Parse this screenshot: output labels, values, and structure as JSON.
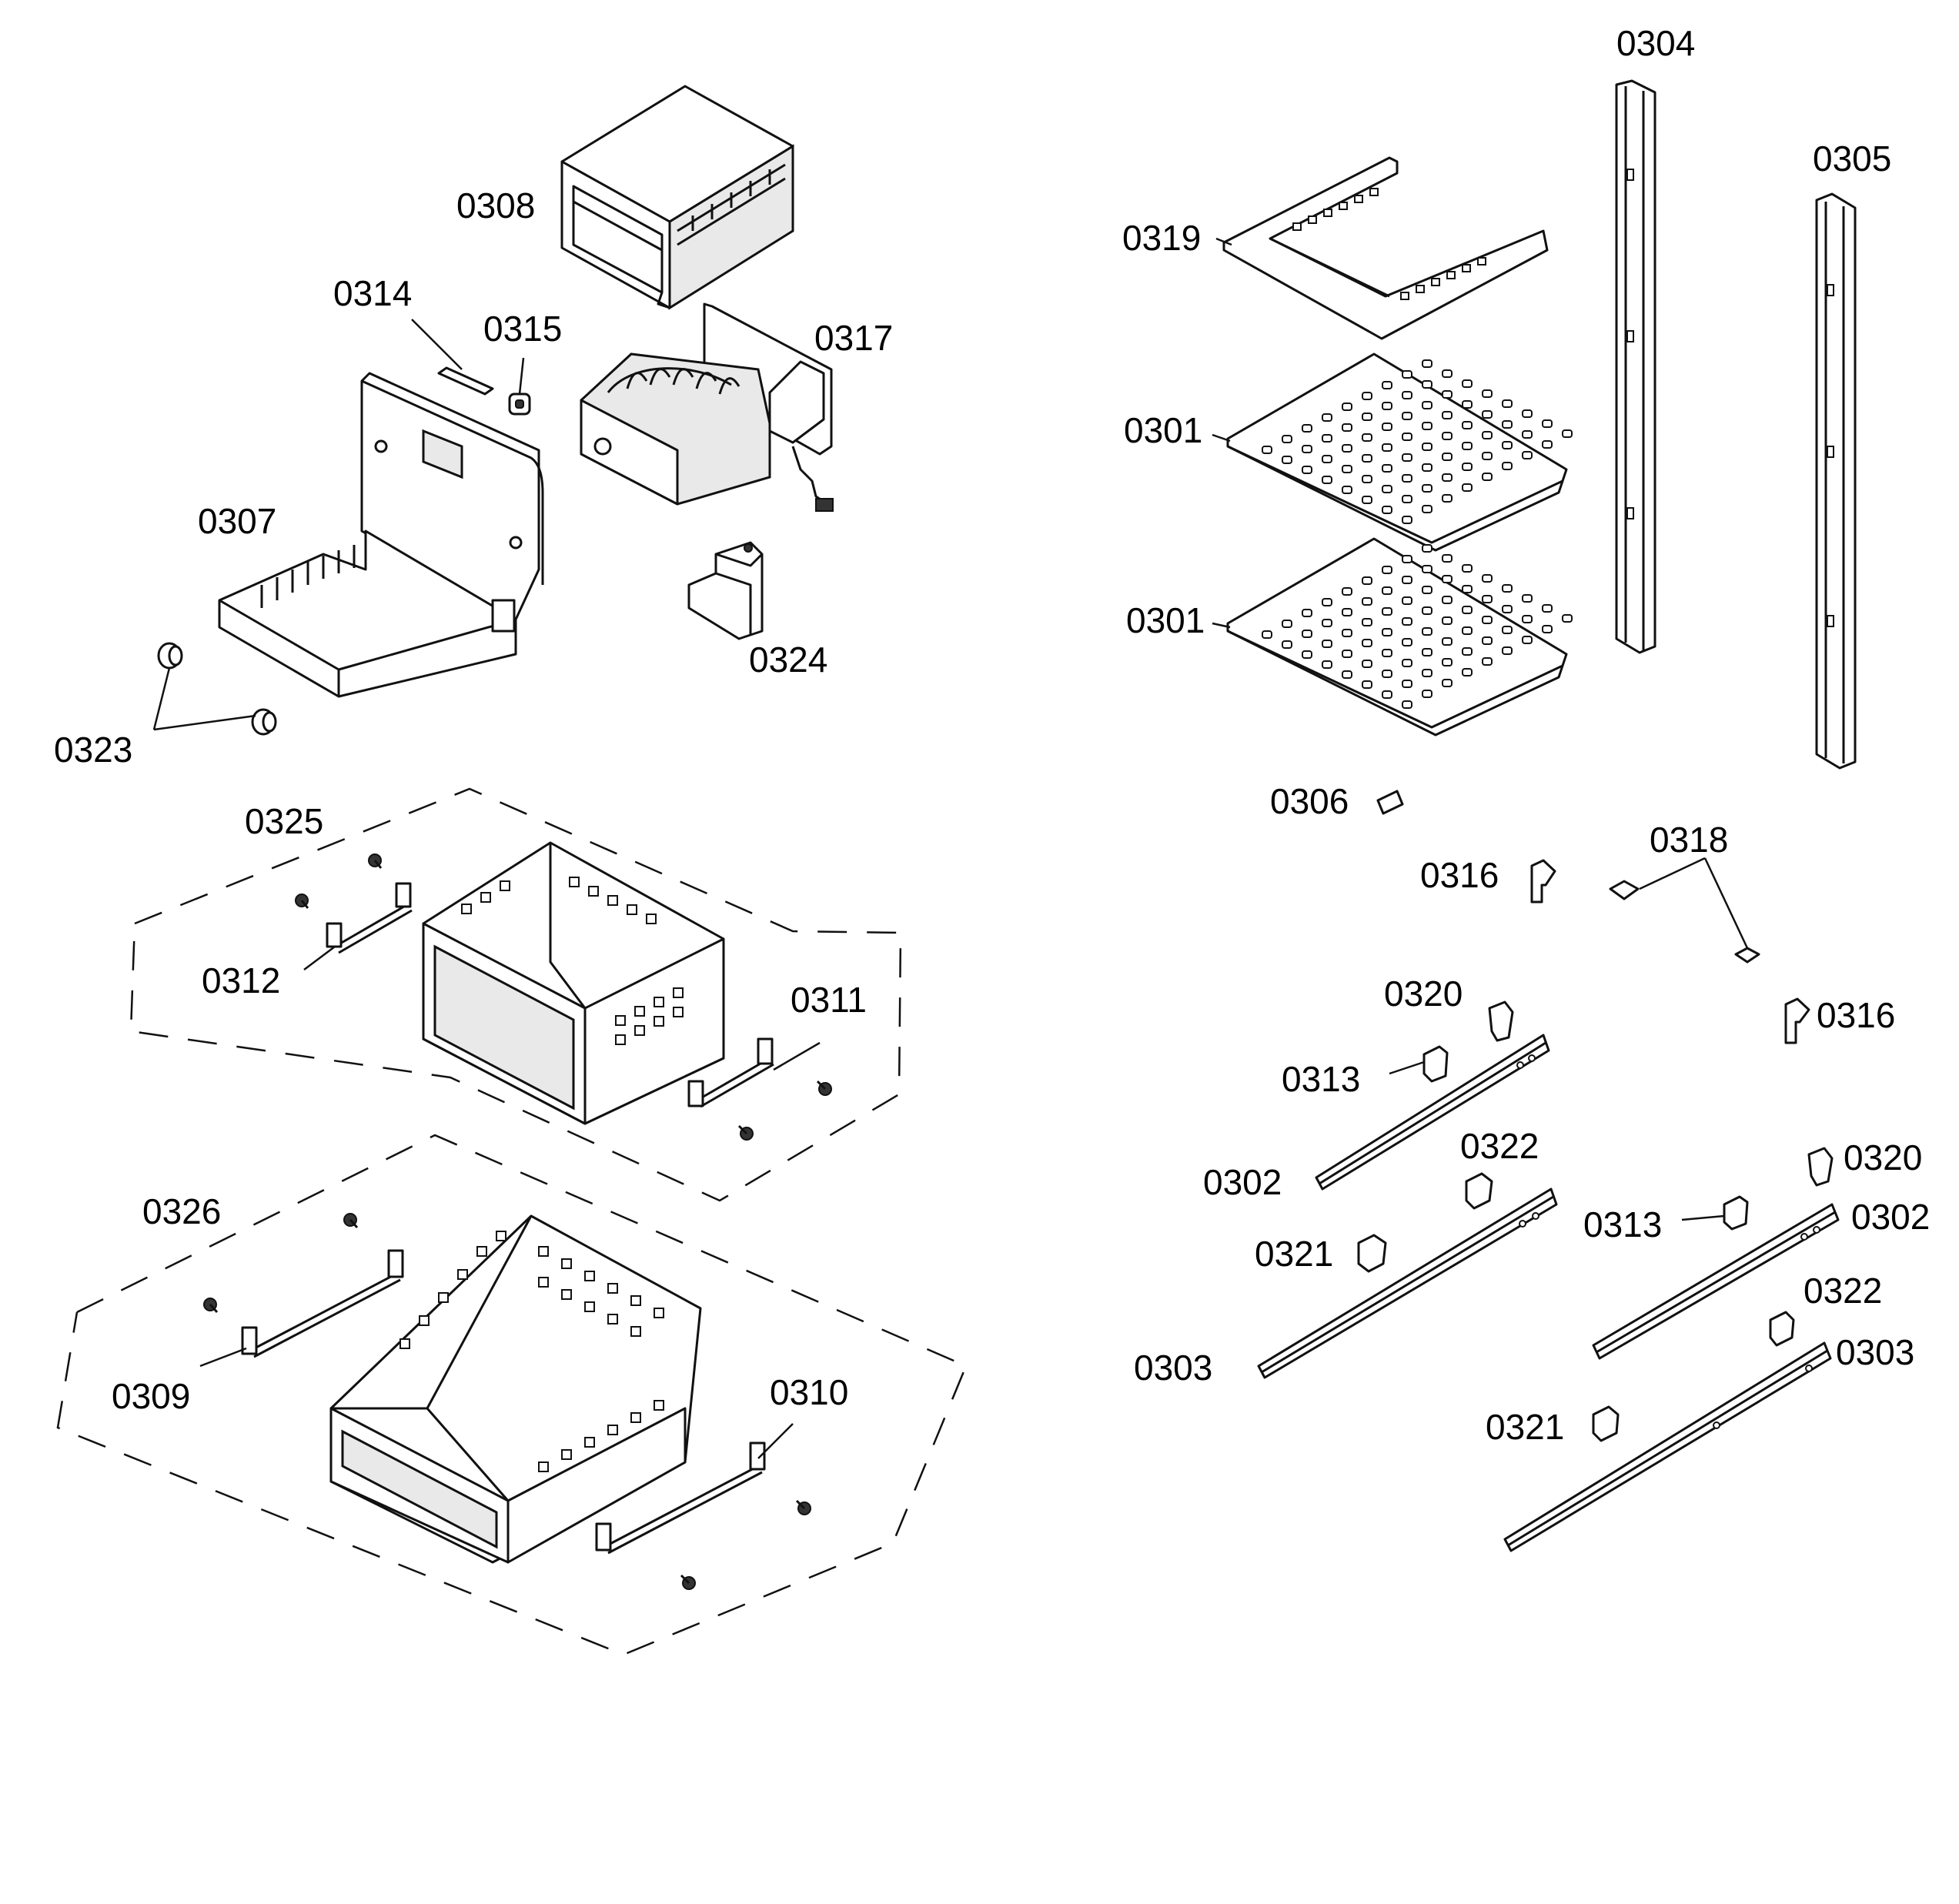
{
  "diagram": {
    "type": "exploded parts diagram",
    "parts": {
      "p0304": "0304",
      "p0305": "0305",
      "p0308": "0308",
      "p0319": "0319",
      "p0314": "0314",
      "p0315": "0315",
      "p0317": "0317",
      "p0301a": "0301",
      "p0301b": "0301",
      "p0307": "0307",
      "p0324": "0324",
      "p0323": "0323",
      "p0306": "0306",
      "p0325": "0325",
      "p0318": "0318",
      "p0316a": "0316",
      "p0316b": "0316",
      "p0312": "0312",
      "p0311": "0311",
      "p0320a": "0320",
      "p0313a": "0313",
      "p0302a": "0302",
      "p0322a": "0322",
      "p0326": "0326",
      "p0320b": "0320",
      "p0321a": "0321",
      "p0313b": "0313",
      "p0302b": "0302",
      "p0322b": "0322",
      "p0309": "0309",
      "p0310": "0310",
      "p0303a": "0303",
      "p0303b": "0303",
      "p0321b": "0321"
    }
  }
}
